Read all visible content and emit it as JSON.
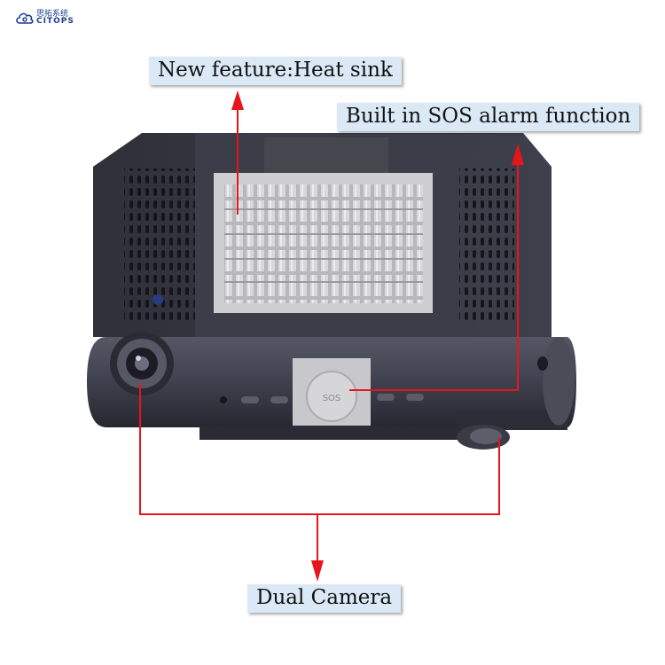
{
  "brand": {
    "name_cn": "思拓系统",
    "name_en": "CITOPS",
    "color": "#1b3f8f"
  },
  "callouts": {
    "heat_sink": "New feature:Heat sink",
    "sos_alarm": "Built in SOS alarm function",
    "dual_camera": "Dual Camera"
  },
  "device": {
    "sos_button_label": "SOS"
  },
  "colors": {
    "arrow": "#e8141b",
    "label_bg": "#dbe9f6",
    "device_body": "#3a3c4a"
  }
}
